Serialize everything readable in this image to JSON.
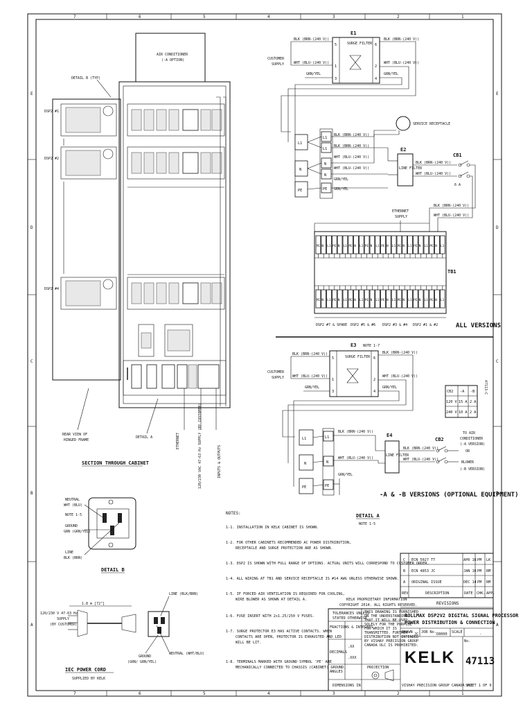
{
  "frame": {
    "columns": [
      "7",
      "6",
      "5",
      "4",
      "3",
      "2",
      "1"
    ],
    "rows": [
      "E",
      "D",
      "C",
      "B",
      "A"
    ]
  },
  "cabinet": {
    "ac_label": "AIR CONDITIONER",
    "ac_option": "(-A OPTION)",
    "detail_b_typ": "DETAIL B (TYP)",
    "dsp_labels": [
      "DSP2\n#1",
      "DSP2\n#2",
      "DSP2\n#4"
    ],
    "detail_a_ref": "DETAIL A",
    "rear_view": [
      "REAR VIEW OF",
      "HINGED FRAME"
    ],
    "vertical_labels": [
      "ETHERNET",
      "120/230 VAC 47-63 Hz SUPPLY (BY CUSTOMER)",
      "INPUTS & OUTPUTS"
    ],
    "section_title": "SECTION THROUGH CABINET"
  },
  "top_schematic": {
    "e1": "E1",
    "surge_filter": "SURGE FILTER",
    "customer_supply": [
      "CUSTOMER",
      "SUPPLY"
    ],
    "wires_in": [
      "BLK (BRN-(240 V))",
      "WHT (BLU-(240 V))",
      "GRN/YEL"
    ],
    "wires_out": [
      "BLK (BRN-(240 V))",
      "WHT (BLU-(240 V))",
      "GRN/YEL"
    ],
    "terminals_left": [
      "5",
      "1",
      "3"
    ],
    "terminals_right": [
      "6",
      "2",
      "4"
    ],
    "service_receptacle": "SERVICE RECEPTACLE",
    "e2": "E2",
    "line_filter": "LINE FILTER",
    "cb1": "CB1",
    "cb1_rating": "6 A",
    "ethernet_supply": [
      "ETHERNET",
      "SUPPLY"
    ],
    "tb1": "TB1",
    "tb1_terms": [
      "PE",
      "N",
      "L1",
      "PE",
      "N",
      "L1",
      "PE",
      "N",
      "L1",
      "PE",
      "N",
      "L1",
      "PE",
      "N",
      "L1",
      "PE",
      "N",
      "L1",
      "PE",
      "N",
      "L1",
      "PE",
      "N",
      "L1"
    ],
    "dsp_groups": [
      "DSP2 #7 & SPARE",
      "DSP2 #5 & #6",
      "DSP2 #3 & #4",
      "DSP2 #1 & #2"
    ],
    "all_versions": "ALL VERSIONS"
  },
  "bottom_schematic": {
    "e3": "E3",
    "note": "NOTE 1-7",
    "e4": "E4",
    "cb2": "CB2",
    "to_ac": [
      "TO AIR",
      "CONDITIONER",
      "(-A VERSION)",
      "OR",
      "BLOWER",
      "(-B VERSION)"
    ],
    "title": "-A & -B VERSIONS (OPTIONAL EQUIPMENT)",
    "cb_table": {
      "header": [
        "CB2",
        "-A",
        "-B"
      ],
      "rows": [
        [
          "120 V",
          "15 A",
          "2 A"
        ],
        [
          "240 V",
          "10 A",
          "2 A"
        ]
      ]
    }
  },
  "detail_a": {
    "title": "DETAIL A",
    "note": "NOTE 1-5"
  },
  "detail_b": {
    "title": "DETAIL B",
    "labels": [
      "NEUTRAL",
      "WHT (BLU)",
      "NOTE 1-5",
      "GROUND",
      "GRN (GRN/YEL)",
      "LINE",
      "BLK (BRN)"
    ]
  },
  "iec": {
    "title": "IEC POWER CORD",
    "supplied": "SUPPLIED BY KELK",
    "length": "1.8 m [72\"]",
    "supply": [
      "120/230 V 47-63 Hz",
      "SUPPLY",
      "(BY CUSTOMER)"
    ],
    "line": "LINE (BLK/BRN)",
    "ground": [
      "GROUND",
      "(GRN/ GRN/YEL)"
    ],
    "neutral": "NEUTRAL (WHT/BLU)"
  },
  "notes": {
    "heading": "NOTES:",
    "items": [
      [
        "1-1. INSTALLATION IN KELK CABINET IS SHOWN."
      ],
      [
        "1-2. FOR OTHER CABINETS RECOMMENDED AC POWER DISTRIBUTION,",
        "RECEPTACLE AND SURGE PROTECTION ARE AS SHOWN."
      ],
      [
        "1-3. DSP2 IS SHOWN WITH FULL RANGE OF OPTIONS. ACTUAL UNITS WILL CORRESPOND TO CUSTOMER ORDER."
      ],
      [
        "1-4. ALL WIRING AT TB1 AND SERVICE RECEPTACLE IS #14 AWG UNLESS OTHERWISE SHOWN."
      ],
      [
        "1-5. IF FORCED AIR VENTILATION IS REQUIRED FOR COOLING,",
        "WIRE BLOWER AS SHOWN AT DETAIL A."
      ],
      [
        "1-6. FUSE INSERT WITH 2x1.25/250 V FUSES."
      ],
      [
        "1-7. SURGE PROTECTOR E3 HAS ACTIVE CONTACTS. WHEN",
        "CONTACTS ARE OPEN, PROTECTOR IS EXHAUSTED AND LED",
        "WILL BE LIT."
      ],
      [
        "1-8. TERMINALS MARKED WITH GROUND SYMBOL 'PE' ARE",
        "MECHANICALLY CONNECTED TO CHASSIS (CABINET) GROUND."
      ]
    ]
  },
  "revisions": {
    "title": "REVISIONS",
    "header": [
      "REV",
      "DESCRIPTION",
      "DATE",
      "CHK.",
      "APP."
    ],
    "rows": [
      [
        "C",
        "ECN 5027 TT",
        "APR 16",
        "PM",
        "LK"
      ],
      [
        "B",
        "ECN 4853 JC",
        "JAN 16",
        "PM",
        "RM"
      ],
      [
        "A",
        "ORIGINAL ISSUE",
        "DEC 14",
        "PM",
        "RM"
      ]
    ]
  },
  "title_block": {
    "proprietary": [
      "KELK PROPRIETARY INFORMATION",
      "COPYRIGHT 2014. ALL RIGHTS RESERVED."
    ],
    "tolerances": [
      "TOLERANCES UNLESS",
      "STATED OTHERWISE"
    ],
    "fractions": "FRACTIONS & INTEGERS",
    "decimals": "DECIMALS",
    "angles": "ANGLES",
    "tol_vals": [
      ".XX",
      ".XXX"
    ],
    "disclaimer": [
      "THIS DRAWING IS FURNISHED",
      "ON THE UNDERSTANDING",
      "THAT IT WILL BE USED",
      "SOLELY FOR THE PURPOSE",
      "FOR WHICH IT IS",
      "TRANSMITTED. FURTHER",
      "DISTRIBUTION NOT INTENDED",
      "BY VISHAY PRECISION GROUP",
      "CANADA ULC IS PROHIBITED."
    ],
    "projection": "PROJECTION",
    "dimensions": "DIMENSIONS IN",
    "drawn_label": "DRAWN",
    "drawn": "JC",
    "job_label": "JOB No.",
    "job": "D8000",
    "scale_label": "SCALE",
    "scale": "-",
    "title1": "ROLLMAX DSP2V2 DIGITAL SIGNAL PROCESSOR",
    "title2": "POWER DISTRIBUTION & CONNECTION",
    "logo": "KELK",
    "company": "VISHAY PRECISION GROUP CANADA ULC",
    "no_label": "No.",
    "number": "47113",
    "sheet": "SHEET 1 OF 9",
    "side_number": "47113-C"
  }
}
